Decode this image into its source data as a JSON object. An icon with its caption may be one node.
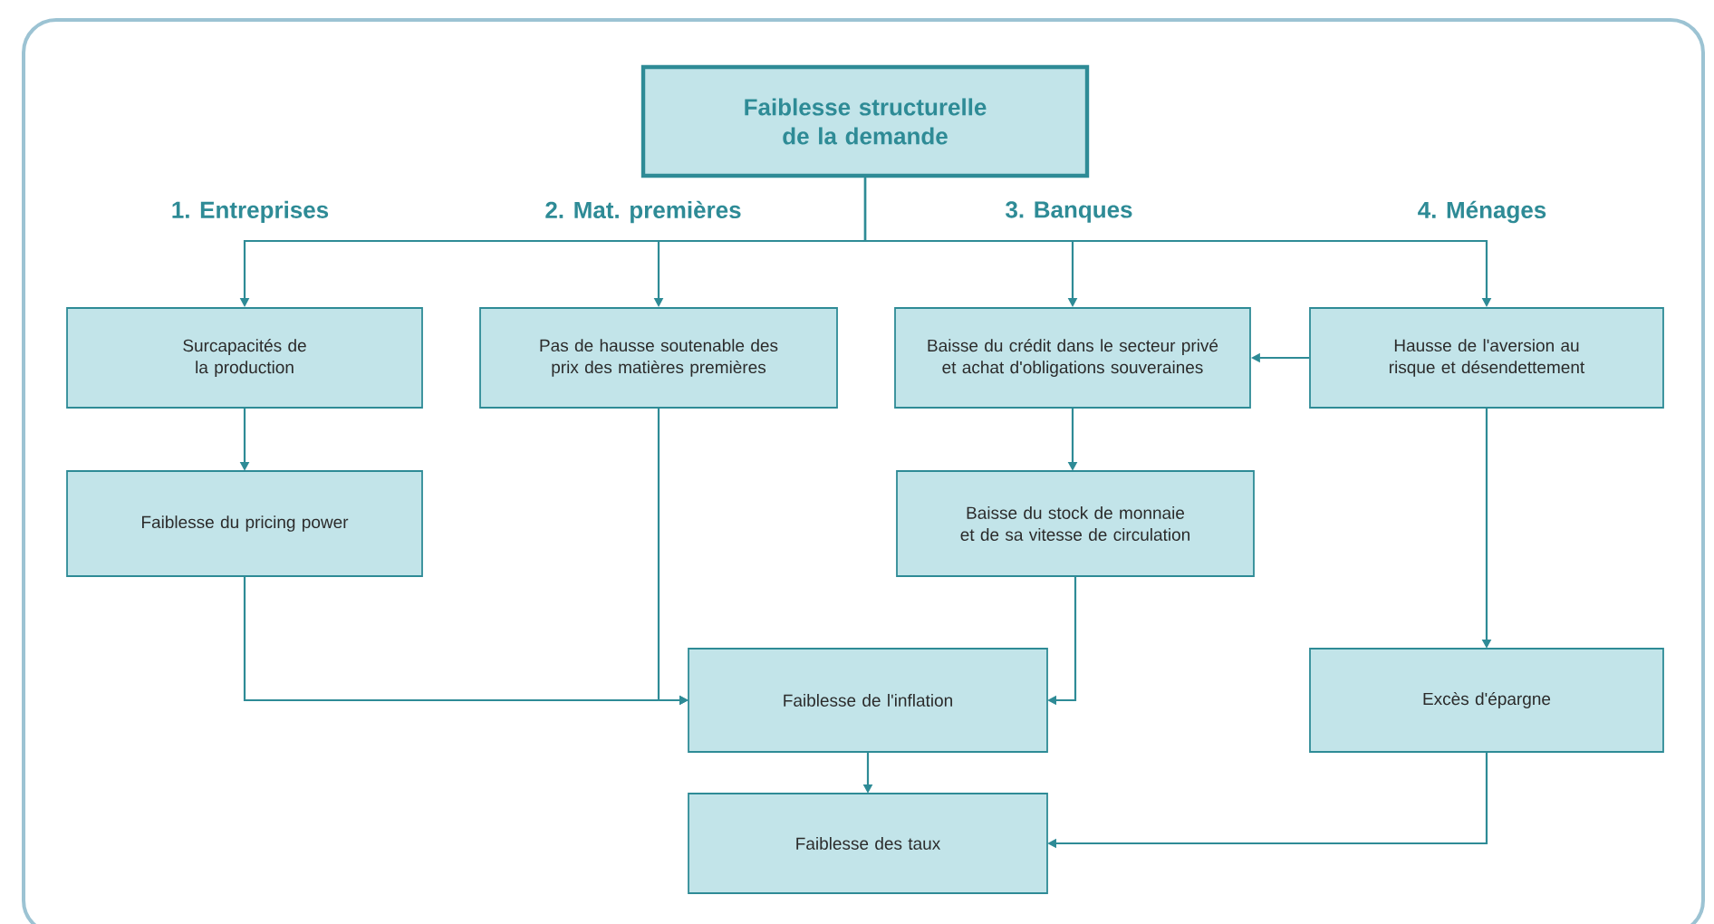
{
  "diagram": {
    "nodes": [
      {
        "text": [
          "Faiblesse structurelle de la demande"
        ]
      },
      {
        "text": [
          "Surcapacités de la production"
        ]
      },
      {
        "text": [
          "Pas de hausse soutenable des prix des matières premières"
        ]
      },
      {
        "text": [
          "Baisse du crédit dans le secteur privé et achat d'obligations souveraines"
        ]
      },
      {
        "text": [
          "Hausse de l'aversion au risque et désendettement"
        ]
      },
      {
        "text": [
          "Faiblesse du pricing power"
        ]
      },
      {
        "text": [
          "Baisse du stock de monnaie et de sa vitesse de circulation"
        ]
      },
      {
        "text": [
          "Faiblesse de l'inflation"
        ]
      },
      {
        "text": [
          "Excès d'épargne"
        ]
      },
      {
        "text": [
          "Faiblesse des taux"
        ]
      }
    ],
    "edges": [
      {
        "from": 0,
        "to": 1,
        "arrow": "to"
      },
      {
        "from": 0,
        "to": 2,
        "arrow": "to"
      },
      {
        "from": 0,
        "to": 3,
        "arrow": "to"
      },
      {
        "from": 0,
        "to": 4,
        "arrow": "to"
      },
      {
        "from": 1,
        "to": 5,
        "arrow": "to"
      },
      {
        "from": 4,
        "to": 3,
        "arrow": "to"
      },
      {
        "from": 3,
        "to": 6,
        "arrow": "to"
      },
      {
        "from": 4,
        "to": 8,
        "arrow": "to"
      },
      {
        "from": 5,
        "to": 7,
        "arrow": "to"
      },
      {
        "from": 2,
        "to": 7,
        "arrow": "to"
      },
      {
        "from": 6,
        "to": 7,
        "arrow": "to"
      },
      {
        "from": 7,
        "to": 9,
        "arrow": "to"
      },
      {
        "from": 8,
        "to": 9,
        "arrow": "to"
      }
    ],
    "labels": [
      "1. Entreprises",
      "2. Mat. premières",
      "3. Banques",
      "4. Ménages"
    ]
  }
}
